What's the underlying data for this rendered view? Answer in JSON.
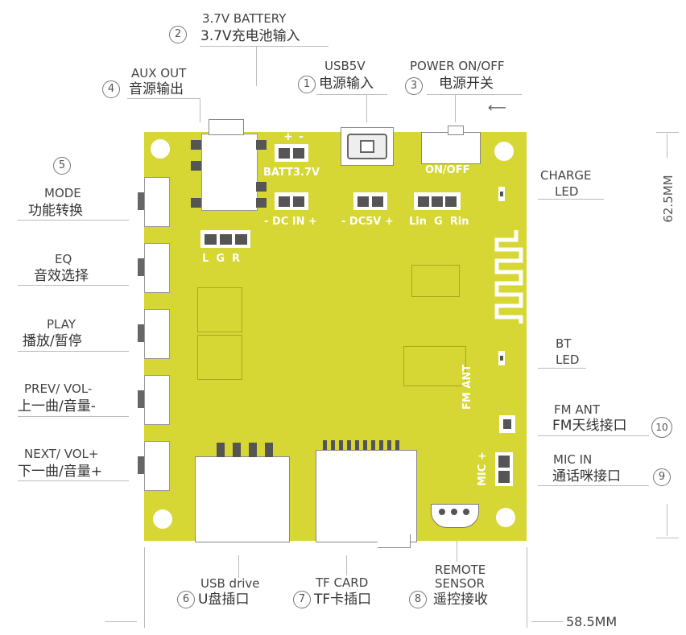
{
  "labels": {
    "l1": {
      "num": "1",
      "en": "USB5V",
      "cn": "电源输入"
    },
    "l2": {
      "num": "2",
      "en": "3.7V BATTERY",
      "cn": "3.7V充电池输入"
    },
    "l3": {
      "num": "3",
      "en": "POWER ON/OFF",
      "cn": "电源开关"
    },
    "l4": {
      "num": "4",
      "en": "AUX OUT",
      "cn": "音源输出"
    },
    "l5": {
      "num": "5"
    },
    "mode": {
      "en": "MODE",
      "cn": "功能转换"
    },
    "eq": {
      "en": "EQ",
      "cn": "音效选择"
    },
    "play": {
      "en": "PLAY",
      "cn": "播放/暂停"
    },
    "prev": {
      "en": "PREV/ VOL-",
      "cn": "上一曲/音量-"
    },
    "next": {
      "en": "NEXT/ VOL+",
      "cn": "下一曲/音量+"
    },
    "l6": {
      "num": "6",
      "en": "USB drive",
      "cn": "U盘插口"
    },
    "l7": {
      "num": "7",
      "en": "TF CARD",
      "cn": "TF卡插口"
    },
    "l8": {
      "num": "8",
      "en": "REMOTE",
      "en2": "SENSOR",
      "cn": "遥控接收"
    },
    "l9": {
      "num": "9",
      "en": "MIC IN",
      "cn": "通话咪接口"
    },
    "l10": {
      "num": "10",
      "en": "FM ANT",
      "cn": "FM天线接口"
    },
    "charge": {
      "en": "CHARGE",
      "en2": "LED"
    },
    "bt": {
      "en": "BT",
      "en2": "LED"
    }
  },
  "board": {
    "batt": "BATT3.7V",
    "batt_plus": "+",
    "batt_minus": "-",
    "onoff": "ON/OFF",
    "dcin": "- DC IN +",
    "dc5v": "- DC5V +",
    "aux_pins": "Lin  G  Rin",
    "lgr": "L  G  R",
    "fm_ant": "FM ANT",
    "mic_plus": "MIC +"
  },
  "dimensions": {
    "height": "62.5MM",
    "width": "58.5MM"
  },
  "colors": {
    "board": "#d6d634",
    "silkscreen": "#ffffff"
  }
}
